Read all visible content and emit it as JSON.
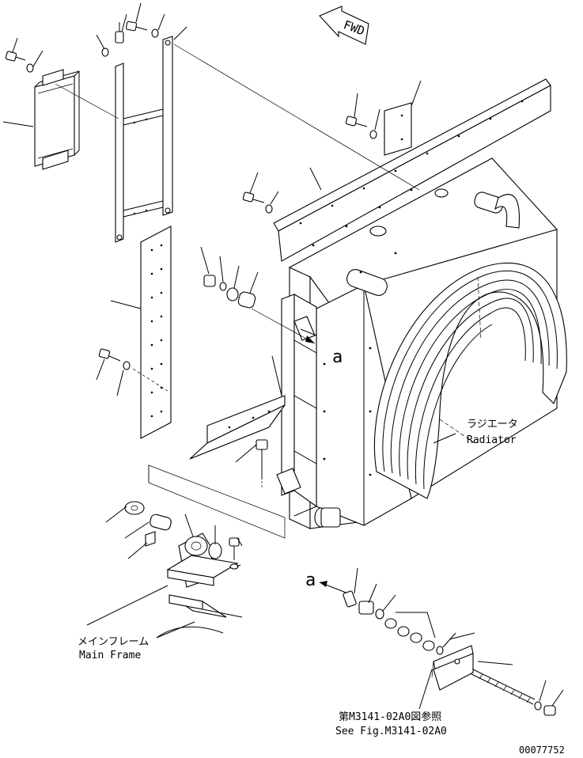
{
  "labels": {
    "fwd": "FWD",
    "radiator_jp": "ラジエータ",
    "radiator_en": "Radiator",
    "main_frame_jp": "メインフレーム",
    "main_frame_en": "Main Frame",
    "ref_jp": "第M3141-02A0図参照",
    "ref_en": "See Fig.M3141-02A0",
    "callout_a_top": "a",
    "callout_a_bottom": "a",
    "drawing_number": "00077752"
  }
}
